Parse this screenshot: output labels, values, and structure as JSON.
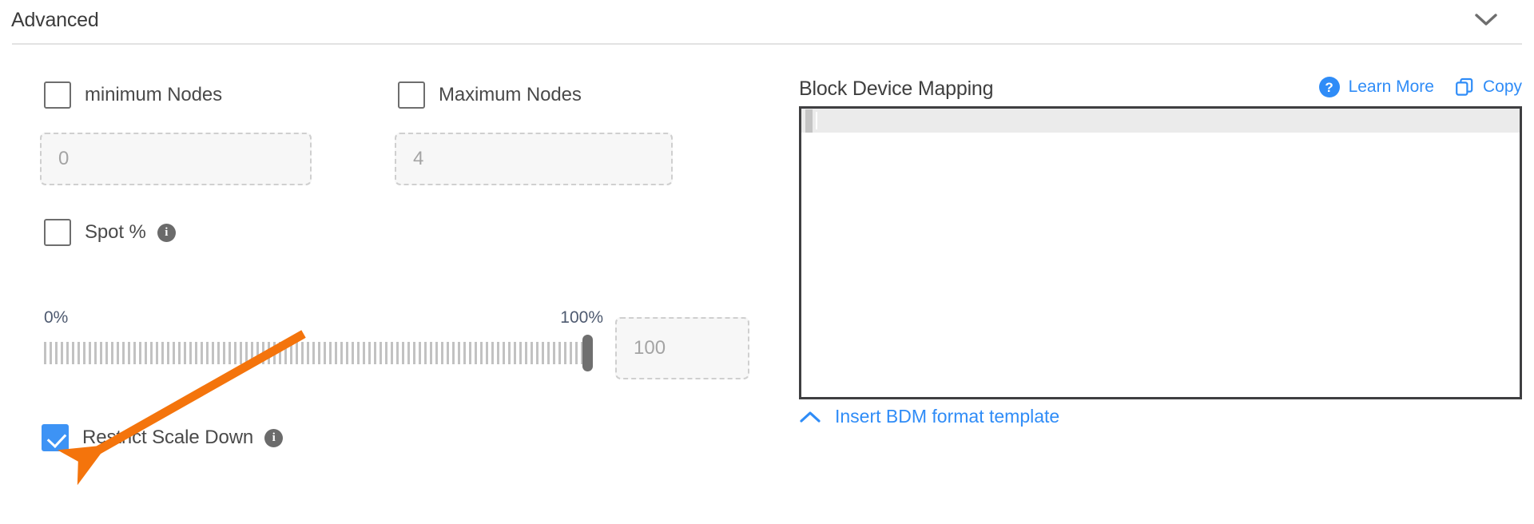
{
  "section": {
    "title": "Advanced",
    "collapse_icon": "chevron-down-icon"
  },
  "left": {
    "min_nodes": {
      "label": "minimum Nodes",
      "checked": false,
      "input_placeholder": "0",
      "input_value": ""
    },
    "max_nodes": {
      "label": "Maximum Nodes",
      "checked": false,
      "input_placeholder": "4",
      "input_value": ""
    },
    "spot": {
      "label": "Spot %",
      "checked": false,
      "info_icon": "info-icon",
      "info_glyph": "i",
      "slider": {
        "min_label": "0%",
        "max_label": "100%",
        "value": 100,
        "min": 0,
        "max": 100
      },
      "value_input_placeholder": "100",
      "value_input_value": ""
    },
    "restrict_scale_down": {
      "label": "Restrict Scale Down",
      "checked": true,
      "info_icon": "info-icon",
      "info_glyph": "i"
    }
  },
  "right": {
    "title": "Block Device Mapping",
    "learn_more": {
      "label": "Learn More",
      "icon": "question-circle-icon",
      "icon_glyph": "?"
    },
    "copy": {
      "label": "Copy",
      "icon": "copy-icon"
    },
    "editor": {
      "value": "",
      "active_line": 1
    },
    "insert_template": {
      "label": "Insert BDM format template",
      "icon": "chevron-up-icon"
    }
  },
  "annotation": {
    "type": "arrow",
    "color": "#f4740c",
    "points_to": "restrict-scale-down-checkbox"
  },
  "colors": {
    "accent_blue": "#2f8cf7",
    "checkbox_blue": "#3d93f5",
    "annotation_orange": "#f4740c",
    "text_dark": "#3f3f3f",
    "text_muted": "#a4a4a4",
    "divider": "#e2e2e2",
    "editor_border": "#3f3f41"
  }
}
